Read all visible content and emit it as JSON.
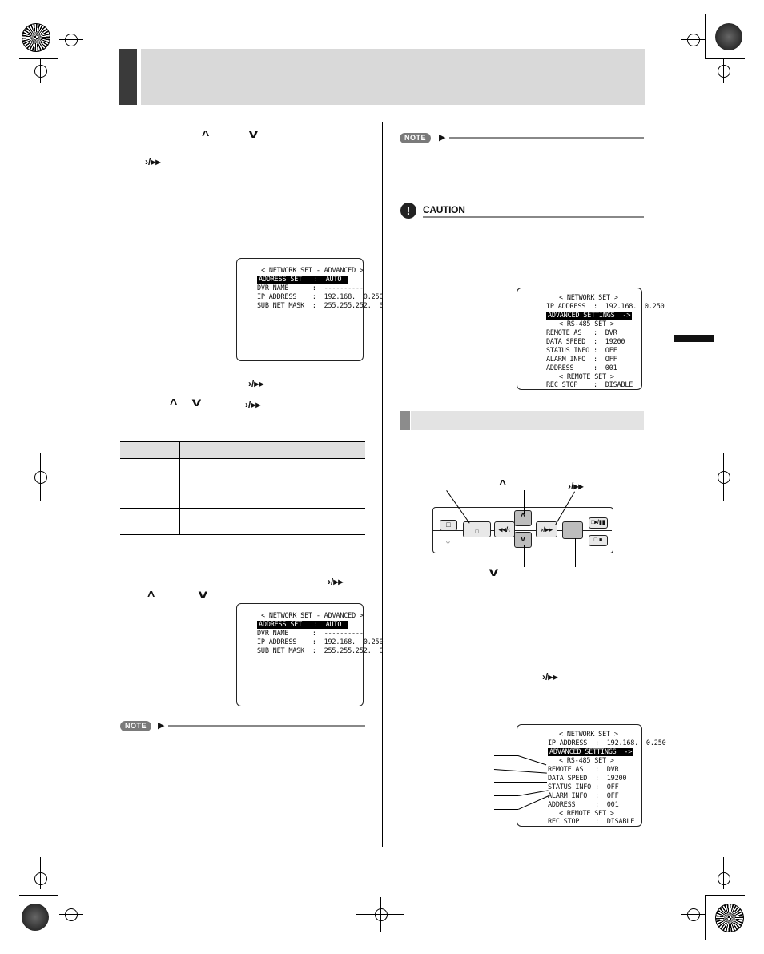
{
  "keys": {
    "up": "^",
    "down": "v",
    "right_ff": "›/▸▸"
  },
  "screens": {
    "advanced1": {
      "lines": [
        "< NETWORK SET - ADVANCED >",
        "ADDRESS SET   :  AUTO",
        "DVR NAME      :  ----------",
        "IP ADDRESS    :  192.168.  0.250",
        "SUB NET MASK  :  255.255.252.  0"
      ]
    },
    "advanced2": {
      "lines": [
        "< NETWORK SET - ADVANCED >",
        "ADDRESS SET   :  AUTO",
        "DVR NAME      :  ----------",
        "IP ADDRESS    :  192.168.  0.250",
        "SUB NET MASK  :  255.255.252.  0"
      ]
    },
    "network1": {
      "lines": [
        "< NETWORK SET >",
        "IP ADDRESS  :  192.168.  0.250",
        "ADVANCED SETTINGS  ->",
        "< RS-485 SET >",
        "REMOTE AS   :  DVR",
        "DATA SPEED  :  19200",
        "STATUS INFO :  OFF",
        "ALARM INFO  :  OFF",
        "ADDRESS     :  001",
        "< REMOTE SET >",
        "REC STOP    :  DISABLE"
      ]
    },
    "network2": {
      "lines": [
        "< NETWORK SET >",
        "IP ADDRESS  :  192.168.  0.250",
        "ADVANCED SETTINGS  ->",
        "< RS-485 SET >",
        "REMOTE AS   :  DVR",
        "DATA SPEED  :  19200",
        "STATUS INFO :  OFF",
        "ALARM INFO  :  OFF",
        "ADDRESS     :  001",
        "< REMOTE SET >",
        "REC STOP    :  DISABLE"
      ]
    }
  },
  "badges": {
    "note": "NOTE",
    "caution": "CAUTION",
    "caution_symbol": "!"
  },
  "panel": {
    "rew_label": "◂◂/‹",
    "ff_label": "›/▸▸",
    "up_label": "^",
    "down_label": "v",
    "play_label": "□▸/▮▮",
    "stop_label": "□ ■",
    "sq": "□",
    "led": "○"
  }
}
